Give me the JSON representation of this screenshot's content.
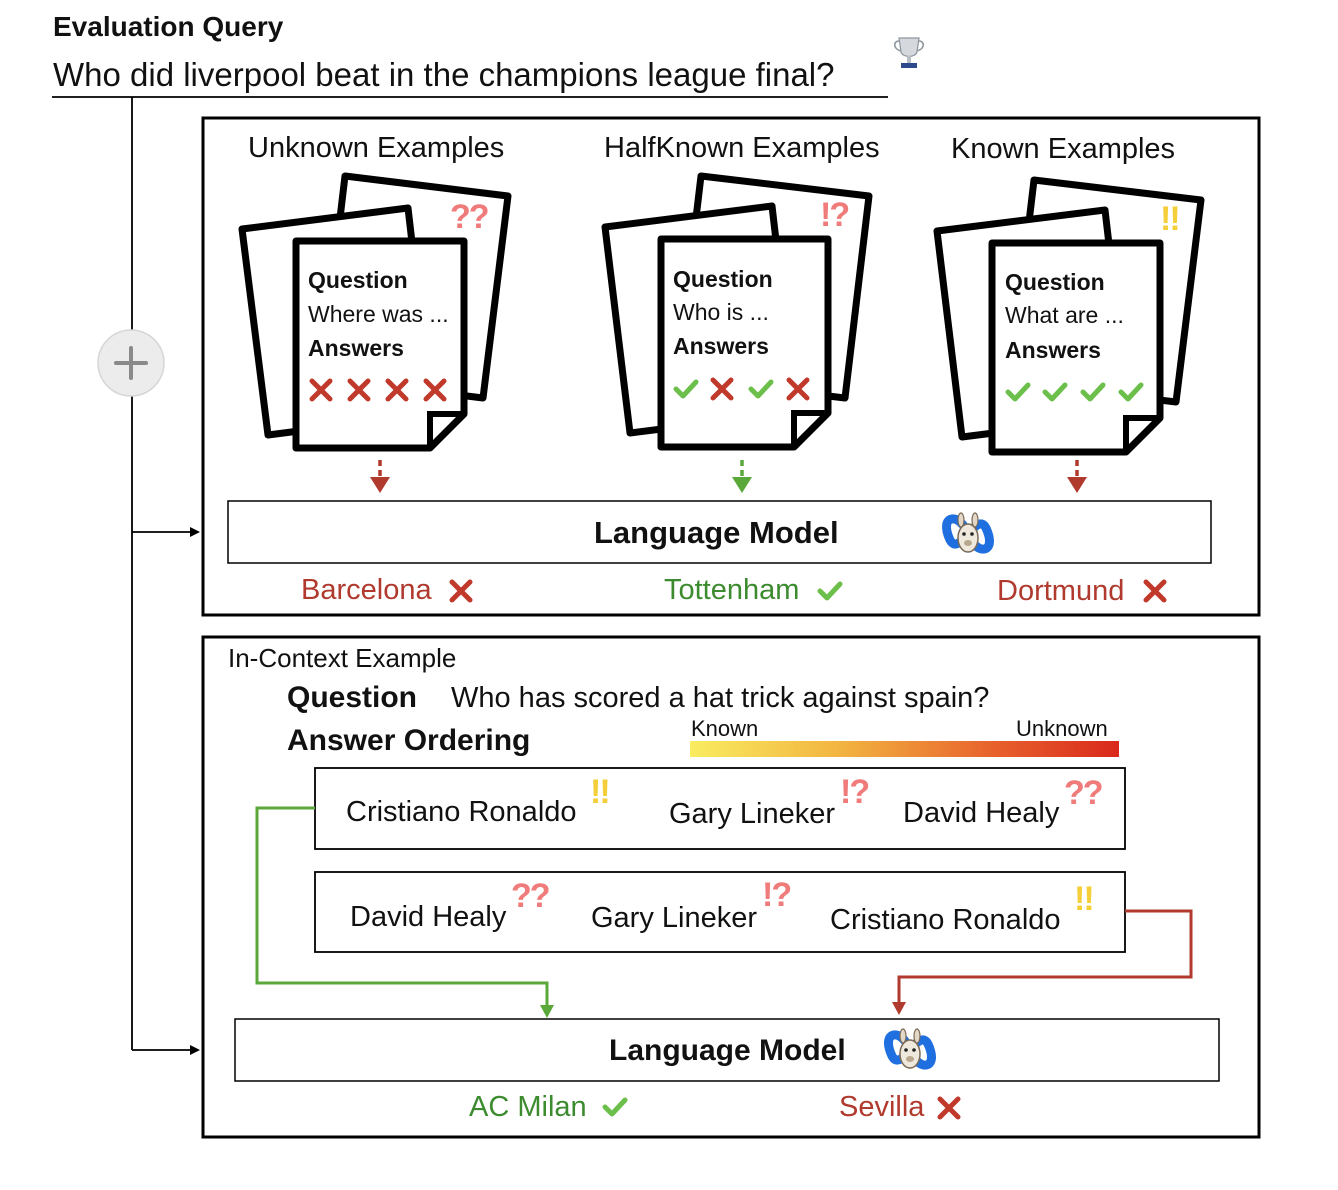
{
  "header": {
    "title": "Evaluation Query",
    "query": "Who did liverpool beat in the champions league final?",
    "trophy_icon": "trophy-icon"
  },
  "top_panel": {
    "groups": [
      {
        "id": "unknown",
        "heading": "Unknown Examples",
        "mark": "??",
        "question_label": "Question",
        "question_text": "Where was ...",
        "answers_label": "Answers",
        "answers": [
          "wrong",
          "wrong",
          "wrong",
          "wrong"
        ],
        "arrow_color": "#b03a2e"
      },
      {
        "id": "halfknown",
        "heading": "HalfKnown Examples",
        "mark": "!?",
        "question_label": "Question",
        "question_text": "Who is ...",
        "answers_label": "Answers",
        "answers": [
          "right",
          "wrong",
          "right",
          "wrong"
        ],
        "arrow_color": "#5aa83a"
      },
      {
        "id": "known",
        "heading": "Known Examples",
        "mark": "!!",
        "question_label": "Question",
        "question_text": "What are ...",
        "answers_label": "Answers",
        "answers": [
          "right",
          "right",
          "right",
          "right"
        ],
        "arrow_color": "#b03a2e"
      }
    ],
    "model_label": "Language Model",
    "model_icon": "llama-meta-logo-icon",
    "results": [
      {
        "text": "Barcelona",
        "correct": false,
        "color": "#b03a2e"
      },
      {
        "text": "Tottenham",
        "correct": true,
        "color": "#3d8b2f"
      },
      {
        "text": "Dortmund",
        "correct": false,
        "color": "#b03a2e"
      }
    ]
  },
  "bottom_panel": {
    "title": "In-Context Example",
    "question_label": "Question",
    "question_text": "Who has scored a hat trick against spain?",
    "ordering_label": "Answer Ordering",
    "scale_left": "Known",
    "scale_right": "Unknown",
    "scale_colors": [
      "#f9ec60",
      "#f2b440",
      "#e8632d",
      "#d9291c"
    ],
    "row1": [
      {
        "name": "Cristiano Ronaldo",
        "mark": "!!"
      },
      {
        "name": "Gary Lineker",
        "mark": "!?"
      },
      {
        "name": "David Healy",
        "mark": "??"
      }
    ],
    "row2": [
      {
        "name": "David Healy",
        "mark": "??"
      },
      {
        "name": "Gary Lineker",
        "mark": "!?"
      },
      {
        "name": "Cristiano Ronaldo",
        "mark": "!!"
      }
    ],
    "model_label": "Language Model",
    "model_icon": "llama-meta-logo-icon",
    "results": [
      {
        "text": "AC Milan",
        "correct": true,
        "color": "#3d8b2f"
      },
      {
        "text": "Sevilla",
        "correct": false,
        "color": "#b03a2e"
      }
    ]
  },
  "colors": {
    "wrong": "#c0392b",
    "right": "#6cbf4a",
    "green_line": "#5aa83a",
    "red_line": "#b03a2e",
    "mark_q": "#f07b7b",
    "mark_bang": "#f4cf3a",
    "meta_blue": "#1f6fe0"
  }
}
